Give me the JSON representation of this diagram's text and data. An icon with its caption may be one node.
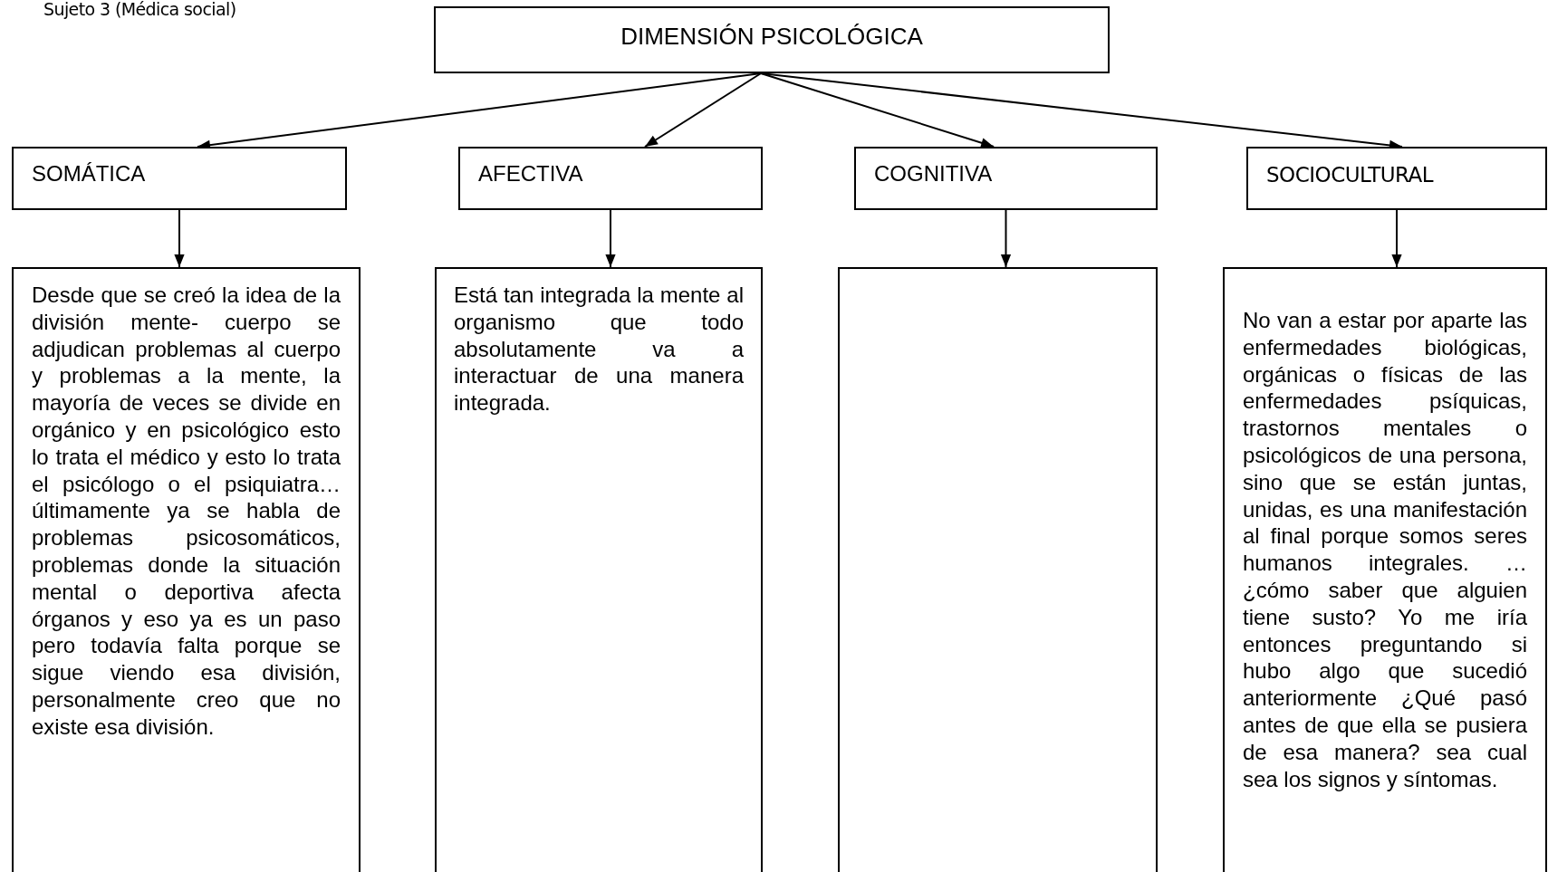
{
  "diagram": {
    "nodes": [
      {
        "text": [
          "DIMENSIÓN PSICOLÓGICA"
        ]
      },
      {
        "text": [
          "SOMÁTICA"
        ]
      },
      {
        "text": [
          "AFECTIVA"
        ]
      },
      {
        "text": [
          "COGNITIVA"
        ]
      },
      {
        "text": [
          "SOCIOCULTURAL"
        ]
      },
      {
        "text": [
          "Desde que se creó la idea de la división mente- cuerpo se adjudican problemas al cuerpo y problemas a la mente, la mayoría de veces se divide en orgánico y en psicológico esto lo trata el médico y esto lo trata el psicólogo o el psiquiatra… últimamente ya se habla de problemas psicosomáticos, problemas donde la situación mental o deportiva afecta órganos y eso ya es un paso pero todavía falta porque se sigue viendo esa división, personalmente creo que no existe esa división."
        ]
      },
      {
        "text": [
          "Está tan integrada la mente al organismo que todo absolutamente va a interactuar de una manera integrada."
        ]
      },
      {
        "text": [],
        "shape": "box"
      },
      {
        "text": [
          "No van a estar por aparte las enfermedades biológicas, orgánicas o físicas de las enfermedades psíquicas, trastornos mentales o psicológicos de una persona, sino que se están juntas, unidas, es una manifestación al final porque somos seres humanos integrales. … ¿cómo saber que alguien tiene susto? Yo me iría entonces preguntando si hubo algo que sucedió anteriormente ¿Qué pasó antes de que ella se pusiera de esa manera? sea cual sea los signos y síntomas."
        ]
      }
    ],
    "edges": [
      {
        "from": 0,
        "to": 1,
        "arrow": "to"
      },
      {
        "from": 0,
        "to": 2,
        "arrow": "to"
      },
      {
        "from": 0,
        "to": 3,
        "arrow": "to"
      },
      {
        "from": 0,
        "to": 4,
        "arrow": "to"
      },
      {
        "from": 1,
        "to": 5,
        "arrow": "to"
      },
      {
        "from": 2,
        "to": 6,
        "arrow": "to"
      },
      {
        "from": 3,
        "to": 7,
        "arrow": "to"
      },
      {
        "from": 4,
        "to": 8,
        "arrow": "to"
      }
    ],
    "labels": [
      "Sujeto 3 (Médica social)"
    ]
  }
}
